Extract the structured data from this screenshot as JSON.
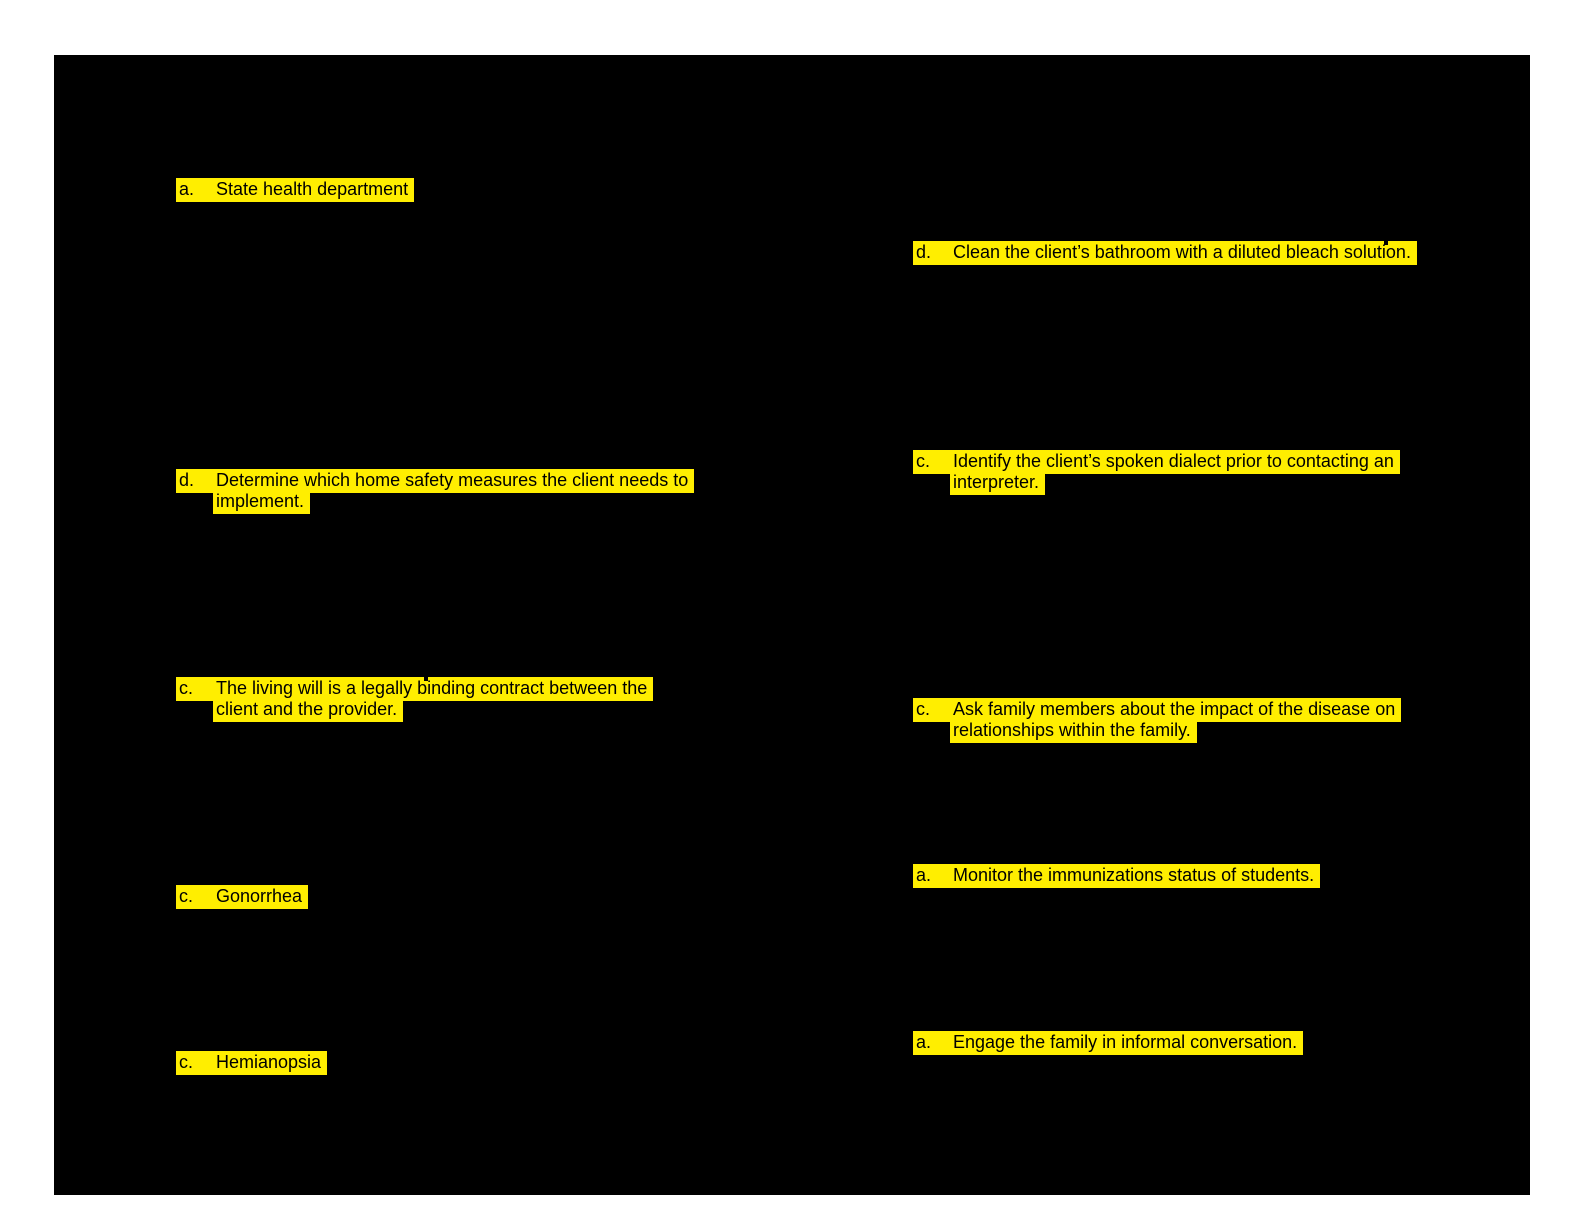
{
  "colors": {
    "page_margin": "#ffffff",
    "sheet_background": "#000000",
    "highlight": "#ffee00",
    "text": "#000000"
  },
  "answers": [
    {
      "column": "left",
      "letter": "a.",
      "line1": "State health department",
      "line2": ""
    },
    {
      "column": "right",
      "letter": "d.",
      "line1": "Clean the client’s bathroom with a diluted bleach solution.",
      "line2": ""
    },
    {
      "column": "left",
      "letter": "d.",
      "line1": "Determine which home safety measures the client needs to",
      "line2": "implement."
    },
    {
      "column": "right",
      "letter": "c.",
      "line1": "Identify the client’s spoken dialect prior to contacting an",
      "line2": "interpreter."
    },
    {
      "column": "left",
      "letter": "c.",
      "line1": "The living will is a legally binding contract between the",
      "line2": "client and the provider."
    },
    {
      "column": "right",
      "letter": "c.",
      "line1": "Ask family members about the impact of the disease on",
      "line2": "relationships within the family."
    },
    {
      "column": "left",
      "letter": "c.",
      "line1": "Gonorrhea",
      "line2": ""
    },
    {
      "column": "right",
      "letter": "a.",
      "line1": "Monitor the immunizations status of students.",
      "line2": ""
    },
    {
      "column": "left",
      "letter": "c.",
      "line1": "Hemianopsia",
      "line2": ""
    },
    {
      "column": "right",
      "letter": "a.",
      "line1": "Engage the family in informal conversation.",
      "line2": ""
    }
  ]
}
